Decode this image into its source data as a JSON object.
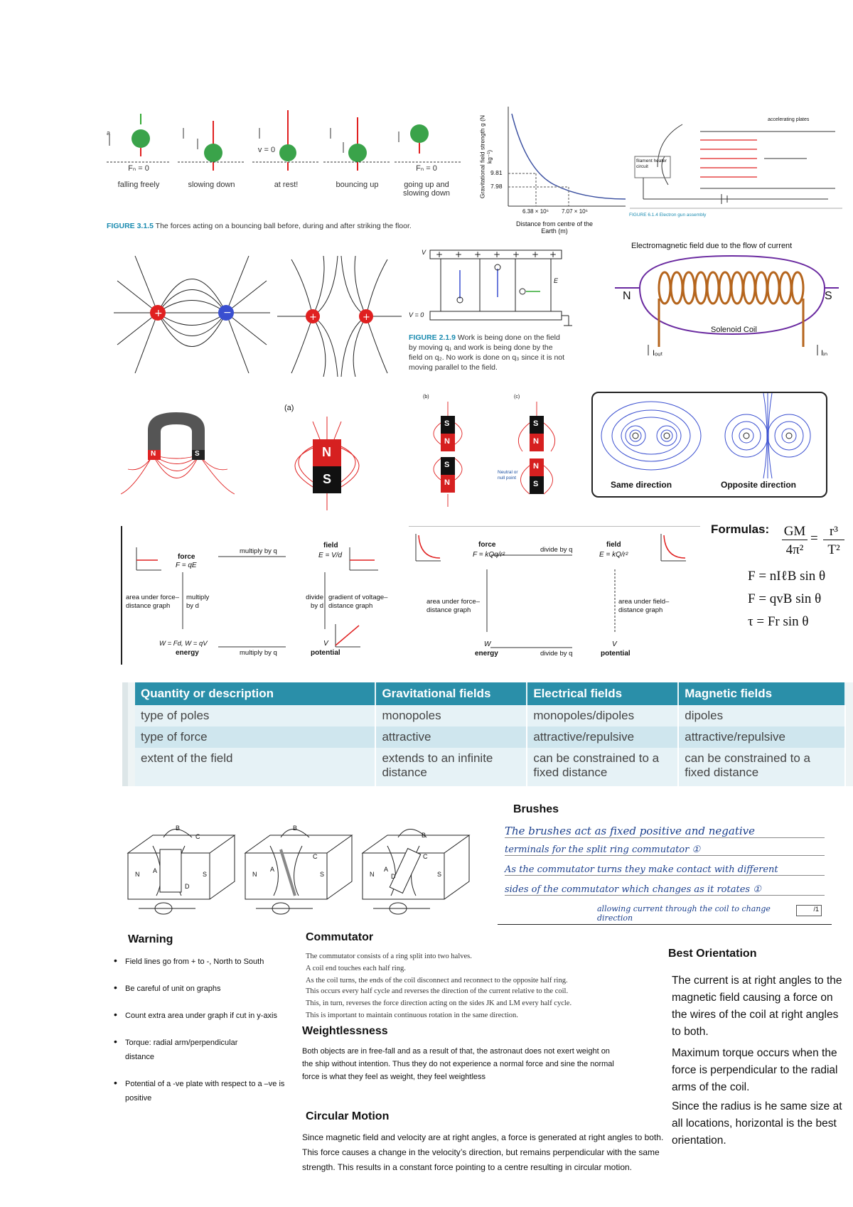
{
  "bouncing_ball": {
    "panels": [
      {
        "label": "falling freely",
        "fn": "Fₙ = 0"
      },
      {
        "label": "slowing down"
      },
      {
        "label": "at rest!",
        "v": "v = 0"
      },
      {
        "label": "bouncing up"
      },
      {
        "label": "going up and slowing down",
        "fn": "Fₙ = 0"
      }
    ],
    "caption_num": "FIGURE 3.1.5",
    "caption_text": " The forces acting on a bouncing ball before, during and after striking the floor."
  },
  "grav_graph": {
    "ylabel": "Gravitational field strength g (N kg⁻¹)",
    "xlabel": "Distance from centre of the Earth (m)",
    "y_ticks": [
      "9.81",
      "7.98"
    ],
    "x_ticks": [
      "6.38 × 10⁶",
      "7.07 × 10⁶"
    ]
  },
  "electron_gun": {
    "top_label": "accelerating plates",
    "filament": "filament heater circuit",
    "caption": "FIGURE 6.1.4 Electron gun assembly"
  },
  "plates": {
    "v_top": "V",
    "v_bottom": "V = 0",
    "e": "E",
    "caption_num": "FIGURE 2.1.9",
    "caption_text": " Work is being done on the field by moving q₁ and work is being done by the field on q₂. No work is done on q₃ since it is not moving parallel to the field."
  },
  "solenoid": {
    "title": "Electromagnetic field due to the flow of current",
    "n": "N",
    "s": "S",
    "coil": "Solenoid Coil",
    "i_out": "Iₒᵤₜ",
    "i_in": "Iᵢₙ"
  },
  "magnets": {
    "n": "N",
    "s": "S",
    "label_a": "(a)",
    "label_b": "(b)",
    "label_c": "(c)",
    "neutral": "Neutral or null point"
  },
  "wires": {
    "same": "Same direction",
    "opposite": "Opposite direction"
  },
  "formulas": {
    "label": "Formulas:",
    "kepler_lhs_num": "GM",
    "kepler_lhs_den": "4π²",
    "kepler_rhs_num": "r³",
    "kepler_rhs_den": "T²",
    "f1": "F = nIℓB sin θ",
    "f2": "F = qvB sin θ",
    "f3": "τ = Fr sin θ"
  },
  "electric_flow": {
    "force": "force",
    "force_eq": "F = qE",
    "field": "field",
    "field_eq": "E = V/d",
    "mult_q": "multiply by q",
    "area": "area under force–distance graph",
    "mult_d": "multiply by d",
    "divide_d": "divide by d",
    "gradient": "gradient of voltage–distance graph",
    "energy_eq": "W = Fd, W = qV",
    "energy": "energy",
    "mult_q2": "multiply by q",
    "v": "V",
    "potential": "potential"
  },
  "point_flow": {
    "force": "force",
    "force_eq": "F = kQq/r²",
    "field": "field",
    "field_eq": "E = kQ/r²",
    "div_q": "divide by q",
    "area1": "area under force–distance graph",
    "area2": "area under field–distance graph",
    "w": "W",
    "energy": "energy",
    "div_q2": "divide by q",
    "v": "V",
    "potential": "potential"
  },
  "table": {
    "headers": [
      "Quantity or description",
      "Gravitational fields",
      "Electrical fields",
      "Magnetic fields"
    ],
    "rows": [
      [
        "type of poles",
        "monopoles",
        "monopoles/dipoles",
        "dipoles"
      ],
      [
        "type of force",
        "attractive",
        "attractive/repulsive",
        "attractive/repulsive"
      ],
      [
        "extent of the field",
        "extends to an infinite distance",
        "can be constrained to a fixed distance",
        "can be constrained to a fixed distance"
      ]
    ]
  },
  "motor": {
    "labels": [
      "A",
      "B",
      "C",
      "D",
      "N",
      "S"
    ]
  },
  "brushes": {
    "title": "Brushes",
    "lines": [
      "The brushes act as fixed positive and negative",
      "terminals for the split ring commutator ①",
      "As the commutator turns they make contact with different",
      "sides of the commutator which changes as it rotates ①",
      "allowing current through the coil to change direction"
    ],
    "mark": "/1"
  },
  "warning": {
    "title": "Warning",
    "items": [
      "Field lines go from + to -, North to South",
      "Be careful of unit on graphs",
      "Count extra area under graph if cut in y-axis",
      "Torque: radial arm/perpendicular distance",
      "Potential of a -ve plate with respect to a –ve is positive"
    ]
  },
  "commutator": {
    "title": "Commutator",
    "lines": [
      "The commutator consists of a ring split into two halves.",
      "A coil end touches each half ring.",
      "As the coil turns, the ends of the coil disconnect and reconnect to the opposite half ring.",
      "This occurs every half cycle and reverses the direction of the current relative to the coil.",
      "This, in turn, reverses the force direction acting on the sides JK and LM every half cycle.",
      "This is important to maintain continuous rotation in the same direction."
    ]
  },
  "weightlessness": {
    "title": "Weightlessness",
    "text": "Both objects are in free-fall and as a result of that, the astronaut does not exert weight on the ship without intention. Thus they do not experience a normal force and sine the normal force is what they feel as weight, they feel weightless"
  },
  "circular": {
    "title": "Circular Motion",
    "text": "Since magnetic field and velocity are at right angles, a force is generated at right angles to both. This force causes a change in the velocity’s direction, but remains perpendicular with the same strength. This results in a constant force pointing to a centre resulting in circular motion."
  },
  "best": {
    "title": "Best Orientation",
    "p1": "The current is at right angles to the magnetic field causing a force on the wires of the coil at right angles to both.",
    "p2": "Maximum torque occurs when the force is perpendicular to the radial arms of the coil.",
    "p3": "Since the radius is he same size at all locations, horizontal is the best orientation."
  },
  "colors": {
    "teal": "#2a8fa9",
    "red": "#e02020",
    "blue": "#3a4fd0",
    "copper": "#b5651d",
    "ball_green": "#3aa34a"
  }
}
